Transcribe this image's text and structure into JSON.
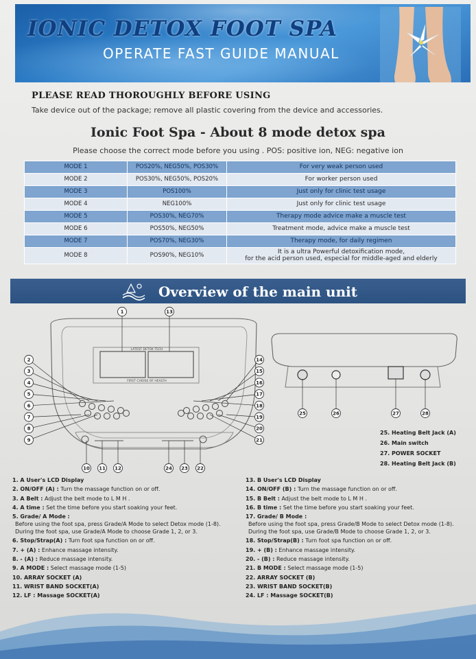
{
  "header": {
    "title": "IONIC DETOX FOOT SPA",
    "subtitle": "OPERATE FAST GUIDE MANUAL"
  },
  "intro": {
    "heading": "PLEASE READ THOROUGHLY BEFORE USING",
    "line": "Take device out of the package; remove all plastic covering from the device and accessories."
  },
  "spa": {
    "heading": "Ionic Foot Spa - About 8 mode detox spa",
    "choose_line": "Please choose the correct mode before you using . POS: positive ion, NEG: negative ion"
  },
  "modes": [
    {
      "mode": "MODE 1",
      "ratio": "POS20%, NEG50%, POS30%",
      "desc": "For very weak person used"
    },
    {
      "mode": "MODE 2",
      "ratio": "POS30%, NEG50%, POS20%",
      "desc": "For worker person used"
    },
    {
      "mode": "MODE 3",
      "ratio": "POS100%",
      "desc": "Just only for clinic test usage"
    },
    {
      "mode": "MODE 4",
      "ratio": "NEG100%",
      "desc": "Just only for clinic test usage"
    },
    {
      "mode": "MODE 5",
      "ratio": "POS30%, NEG70%",
      "desc": "Therapy mode advice make a muscle test"
    },
    {
      "mode": "MODE 6",
      "ratio": "POS50%, NEG50%",
      "desc": "Treatment mode, advice make a muscle test"
    },
    {
      "mode": "MODE 7",
      "ratio": "POS70%, NEG30%",
      "desc": "Therapy mode, for daily regimen"
    },
    {
      "mode": "MODE 8",
      "ratio": "POS90%, NEG10%",
      "desc": "It is a ultra Powerful detoxification mode,",
      "desc2": "for the acid person used, especial for middle-aged and elderly"
    }
  ],
  "overview": {
    "title": "Overview of the main unit"
  },
  "diagram": {
    "display_top_label": "LATEST DETOX TECH",
    "display_bottom_label": "FIRST CHOISE OF HEALTH",
    "callouts_left": [
      "2",
      "3",
      "4",
      "5",
      "6",
      "7",
      "8",
      "9"
    ],
    "callouts_right": [
      "14",
      "15",
      "16",
      "17",
      "18",
      "19",
      "20",
      "21"
    ],
    "callouts_top": [
      "1",
      "13"
    ],
    "callouts_bottom_left": [
      "10",
      "11",
      "12"
    ],
    "callouts_bottom_right": [
      "24",
      "23",
      "22"
    ],
    "callouts_side": [
      "25",
      "26",
      "27",
      "28"
    ],
    "side_labels": [
      "25. Heating Belt Jack (A)",
      "26. Main switch",
      "27. POWER SOCKET",
      "28. Heating Belt Jack (B)"
    ]
  },
  "parts_left": [
    {
      "label": "1. A User's LCD Display",
      "text": ""
    },
    {
      "label": "2. ON/OFF (A) :",
      "text": " Turn the massage function on or off."
    },
    {
      "label": "3. A Belt :",
      "text": " Adjust the belt mode to L M H ."
    },
    {
      "label": "4. A time :",
      "text": " Set the time before you start soaking your feet."
    },
    {
      "label": "5. Grade/ A Mode :",
      "text": "",
      "sub1": "Before using the foot spa, press Grade/A Mode to select Detox mode (1-8).",
      "sub2": "During the foot spa, use Grade/A Mode to choose Grade 1, 2, or 3."
    },
    {
      "label": "6. Stop/Strap(A) :",
      "text": " Turn foot spa function on or off."
    },
    {
      "label": "7. + (A) :",
      "text": " Enhance massage intensity."
    },
    {
      "label": "8. - (A) :",
      "text": " Reduce massage intensity."
    },
    {
      "label": "9. A MODE :",
      "text": " Select massage mode (1-5)"
    },
    {
      "label": "10. ARRAY SOCKET (A)",
      "text": ""
    },
    {
      "label": "11. WRIST BAND SOCKET(A)",
      "text": ""
    },
    {
      "label": "12. LF : Massage SOCKET(A)",
      "text": ""
    }
  ],
  "parts_right": [
    {
      "label": "13. B User's LCD Display",
      "text": ""
    },
    {
      "label": "14. ON/OFF (B) :",
      "text": " Turn the massage function on or off."
    },
    {
      "label": "15. B Belt :",
      "text": " Adjust the belt mode to L M H ."
    },
    {
      "label": "16. B time :",
      "text": " Set the time before you start soaking your feet."
    },
    {
      "label": "17. Grade/ B Mode :",
      "text": "",
      "sub1": "Before using the foot spa, press Grade/B Mode to select Detox mode (1-8).",
      "sub2": "During the foot spa, use Grade/B Mode to choose Grade 1, 2, or 3."
    },
    {
      "label": "18. Stop/Strap(B) :",
      "text": " Turn foot spa function on or off."
    },
    {
      "label": "19. + (B) :",
      "text": " Enhance massage intensity."
    },
    {
      "label": "20. - (B) :",
      "text": " Reduce massage intensity."
    },
    {
      "label": "21. B MODE :",
      "text": " Select massage mode (1-5)"
    },
    {
      "label": "22. ARRAY SOCKET (B)",
      "text": ""
    },
    {
      "label": "23. WRIST BAND SOCKET(B)",
      "text": ""
    },
    {
      "label": "24. LF : Massage SOCKET(B)",
      "text": ""
    }
  ],
  "colors": {
    "banner_blue": "#2b7cc6",
    "table_dark": "#7ea4cf",
    "table_light": "#e3e9f1",
    "overview_blue": "#2c5282"
  }
}
